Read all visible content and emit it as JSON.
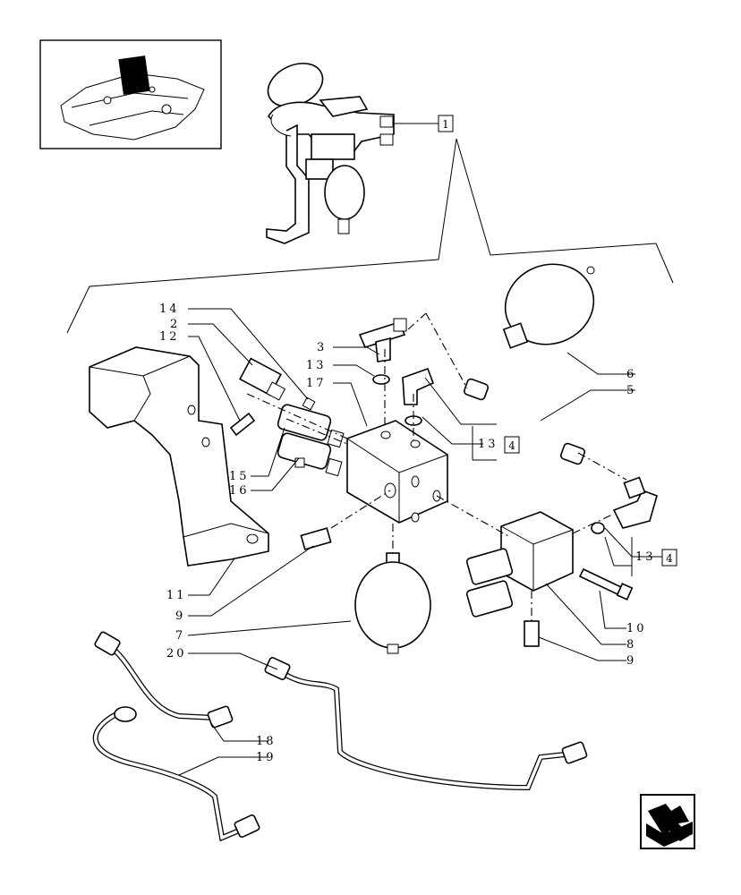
{
  "callouts": {
    "c1": "14",
    "c2": "2",
    "c3": "12",
    "c4": "3",
    "c5": "13",
    "c6": "17",
    "c7": "13",
    "c8": "6",
    "c9": "5",
    "c10": "15",
    "c11": "16",
    "c12": "13",
    "c13": "11",
    "c14": "9",
    "c15": "7",
    "c16": "20",
    "c17": "10",
    "c18": "8",
    "c19": "9",
    "c20": "18",
    "c21": "19"
  },
  "boxes": {
    "ref_top": "1",
    "ref_mid": "4",
    "ref_right": "4"
  },
  "icons": {
    "thumbnail": "tractor-housing-thumbnail-icon",
    "navigation": "next-page-arrow-icon"
  }
}
